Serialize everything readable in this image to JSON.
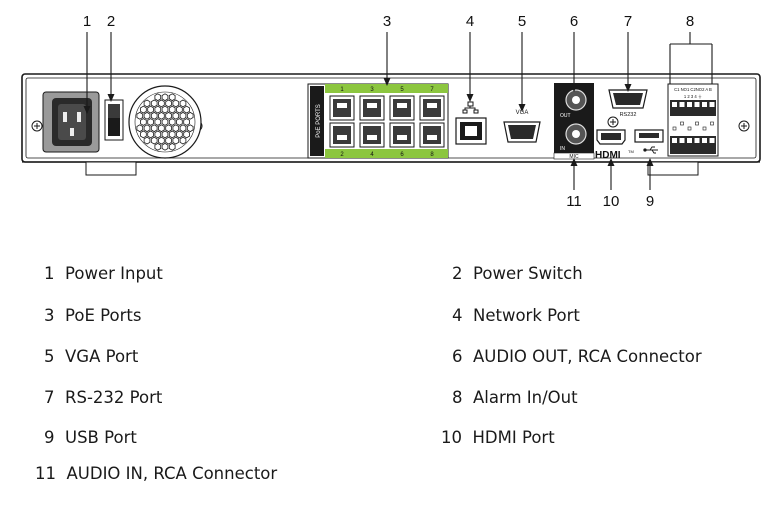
{
  "callouts": [
    "1",
    "2",
    "3",
    "4",
    "5",
    "6",
    "7",
    "8",
    "9",
    "10",
    "11"
  ],
  "panel": {
    "poe_label": "PoE PORTS",
    "poe_top": [
      "1",
      "3",
      "5",
      "7"
    ],
    "poe_bottom": [
      "2",
      "4",
      "6",
      "8"
    ],
    "vga_label": "VGA",
    "rs232_label": "RS232",
    "out_label": "OUT",
    "in_label": "IN",
    "mic_label": "MIC",
    "hdmi_label": "HDMI",
    "hdmi_tm": "TM",
    "alarm_header": "C1 NO1 C2NO2 A B",
    "alarm_pins": "1 2 3 4 ⏚",
    "colors": {
      "poe_green": "#8cc63f",
      "panel": "#d9d9d9",
      "dark": "#1a1a1a"
    }
  },
  "legend": [
    {
      "num": "1",
      "label": "Power Input"
    },
    {
      "num": "2",
      "label": "Power Switch"
    },
    {
      "num": "3",
      "label": "PoE Ports"
    },
    {
      "num": "4",
      "label": "Network Port"
    },
    {
      "num": "5",
      "label": "VGA Port"
    },
    {
      "num": "6",
      "label": "AUDIO OUT, RCA Connector"
    },
    {
      "num": "7",
      "label": "RS-232 Port"
    },
    {
      "num": "8",
      "label": "Alarm In/Out"
    },
    {
      "num": "9",
      "label": "USB Port"
    },
    {
      "num": "10",
      "label": "HDMI Port"
    },
    {
      "num": "11",
      "label": "AUDIO IN, RCA Connector"
    }
  ]
}
